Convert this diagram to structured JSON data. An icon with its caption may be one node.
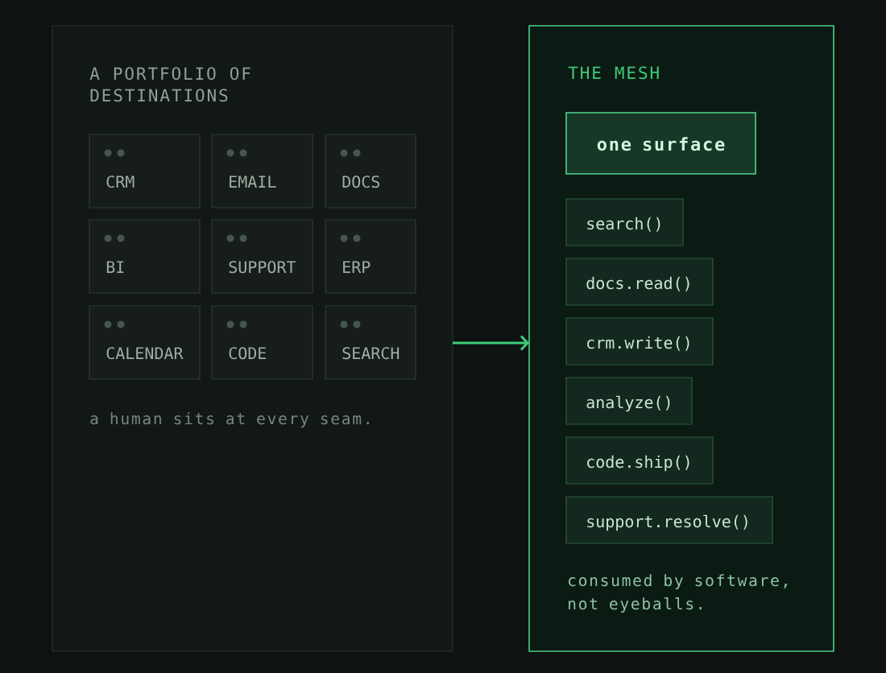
{
  "diagram": {
    "nodes": [
      {
        "text": [
          "A PORTFOLIO OF DESTINATIONS",
          "a human sits at every seam."
        ]
      },
      {
        "text": [
          "CRM"
        ],
        "in": 0
      },
      {
        "text": [
          "EMAIL"
        ],
        "in": 0
      },
      {
        "text": [
          "DOCS"
        ],
        "in": 0
      },
      {
        "text": [
          "BI"
        ],
        "in": 0
      },
      {
        "text": [
          "SUPPORT"
        ],
        "in": 0
      },
      {
        "text": [
          "ERP"
        ],
        "in": 0
      },
      {
        "text": [
          "CALENDAR"
        ],
        "in": 0
      },
      {
        "text": [
          "CODE"
        ],
        "in": 0
      },
      {
        "text": [
          "SEARCH"
        ],
        "in": 0
      },
      {
        "text": [
          "THE MESH",
          "consumed by software, not eyeballs."
        ]
      },
      {
        "text": [
          "one surface"
        ],
        "in": 10
      },
      {
        "text": [
          "search()"
        ],
        "in": 10
      },
      {
        "text": [
          "docs.read()"
        ],
        "in": 10
      },
      {
        "text": [
          "crm.write()"
        ],
        "in": 10
      },
      {
        "text": [
          "analyze()"
        ],
        "in": 10
      },
      {
        "text": [
          "code.ship()"
        ],
        "in": 10
      },
      {
        "text": [
          "support.resolve()"
        ],
        "in": 10
      }
    ],
    "edges": [
      {
        "from": 0,
        "to": 10,
        "arrow": "to"
      }
    ]
  }
}
